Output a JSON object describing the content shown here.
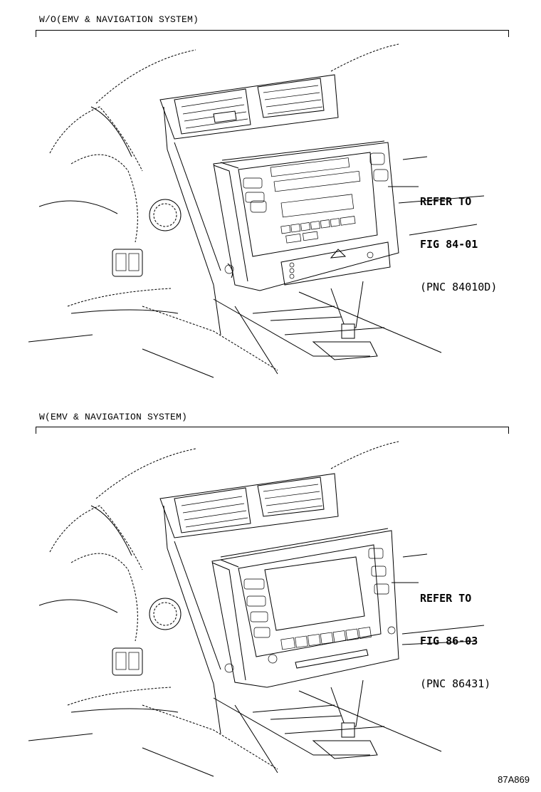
{
  "sections": [
    {
      "title": "W/O(EMV & NAVIGATION SYSTEM)",
      "ref_line1": "REFER TO",
      "ref_line2": "FIG 84-01",
      "ref_line3": "(PNC 84010D)"
    },
    {
      "title": "W(EMV & NAVIGATION SYSTEM)",
      "ref_line1": "REFER TO",
      "ref_line2": "FIG 86-03",
      "ref_line3": "(PNC 86431)"
    }
  ],
  "figure_code": "87A869"
}
